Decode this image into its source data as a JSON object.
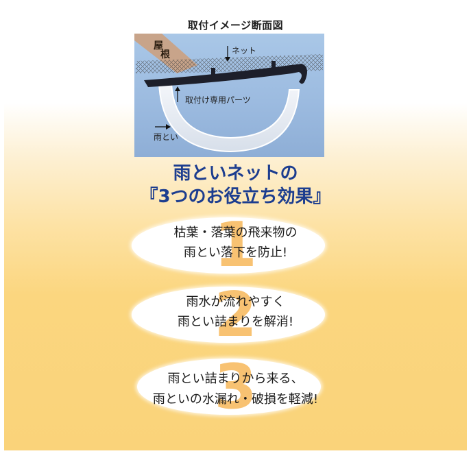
{
  "diagram": {
    "title": "取付イメージ断面図",
    "label_roof_line1": "屋",
    "label_roof_line2": "根",
    "label_net": "ネット",
    "label_part": "取付け専用パーツ",
    "label_gutter": "雨とい"
  },
  "heading": {
    "line1": "雨といネットの",
    "line2": "『3つのお役立ち効果』"
  },
  "benefits": [
    {
      "number": "1",
      "line1": "枯葉・落葉の飛来物の",
      "line2": "雨とい落下を防止!"
    },
    {
      "number": "2",
      "line1": "雨水が流れやすく",
      "line2": "雨とい詰まりを解消!"
    },
    {
      "number": "3",
      "line1": "雨とい詰まりから来る、",
      "line2": "雨といの水漏れ・破損を軽減!"
    }
  ],
  "colors": {
    "heading": "#1c3d8f",
    "number": "#f7b85a",
    "diagram_bg": "#a9c7e7",
    "gradient_bottom": "#fad37a"
  }
}
